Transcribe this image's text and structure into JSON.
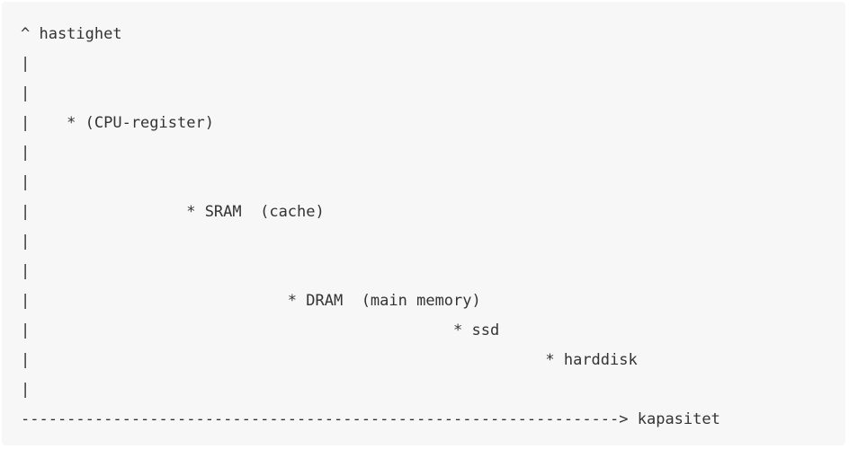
{
  "diagram": {
    "lines": [
      "^ hastighet",
      "|",
      "|",
      "|    * (CPU-register)",
      "|",
      "|",
      "|                 * SRAM  (cache)",
      "|",
      "|",
      "|                            * DRAM  (main memory)",
      "|                                              * ssd",
      "|                                                        * harddisk",
      "|",
      "-----------------------------------------------------------------> kapasitet"
    ]
  }
}
